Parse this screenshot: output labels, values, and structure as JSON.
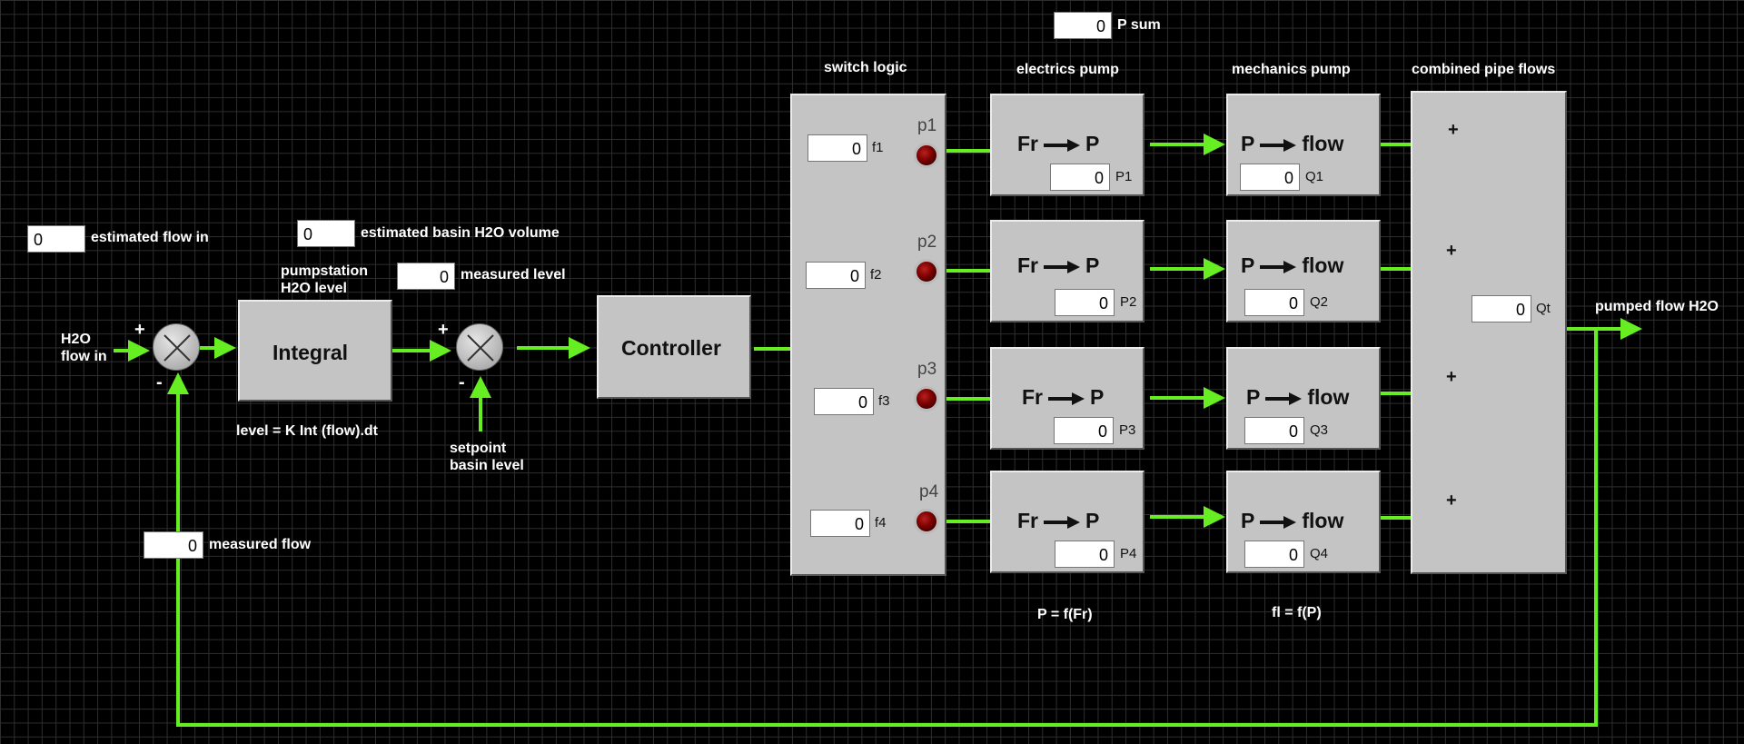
{
  "colors": {
    "wire": "#66ee22",
    "background": "#000000",
    "block": "#c4c4c4"
  },
  "top": {
    "p_sum_value": "0",
    "p_sum_label": "P sum"
  },
  "inputs": {
    "estimated_flow_value": "0",
    "estimated_flow_label": "estimated flow in",
    "estimated_volume_value": "0",
    "estimated_volume_label": "estimated basin H2O volume",
    "measured_level_value": "0",
    "measured_level_label": "measured level",
    "measured_flow_value": "0",
    "measured_flow_label": "measured flow"
  },
  "labels": {
    "h2o_flow_in": "H2O\nflow in",
    "pumpstation_level": "pumpstation\nH2O level",
    "integral_formula": "level = K Int (flow).dt",
    "setpoint": "setpoint\nbasin level",
    "pumped_flow": "pumped flow H2O",
    "electrics_formula": "P = f(Fr)",
    "mechanics_formula": "fl = f(P)"
  },
  "summers": {
    "first": {
      "plus": "+",
      "minus": "-"
    },
    "second": {
      "plus": "+",
      "minus": "-"
    }
  },
  "blocks": {
    "integral": "Integral",
    "controller": "Controller"
  },
  "sections": {
    "switch_logic": "switch logic",
    "electrics_pump": "electrics pump",
    "mechanics_pump": "mechanics pump",
    "combined": "combined pipe flows"
  },
  "pumps": [
    {
      "p": "p1",
      "f_value": "0",
      "f_tag": "f1",
      "elec_left": "Fr",
      "elec_right": "P",
      "P_value": "0",
      "P_tag": "P1",
      "mech_left": "P",
      "mech_right": "flow",
      "Q_value": "0",
      "Q_tag": "Q1",
      "plus": "+"
    },
    {
      "p": "p2",
      "f_value": "0",
      "f_tag": "f2",
      "elec_left": "Fr",
      "elec_right": "P",
      "P_value": "0",
      "P_tag": "P2",
      "mech_left": "P",
      "mech_right": "flow",
      "Q_value": "0",
      "Q_tag": "Q2",
      "plus": "+"
    },
    {
      "p": "p3",
      "f_value": "0",
      "f_tag": "f3",
      "elec_left": "Fr",
      "elec_right": "P",
      "P_value": "0",
      "P_tag": "P3",
      "mech_left": "P",
      "mech_right": "flow",
      "Q_value": "0",
      "Q_tag": "Q3",
      "plus": "+"
    },
    {
      "p": "p4",
      "f_value": "0",
      "f_tag": "f4",
      "elec_left": "Fr",
      "elec_right": "P",
      "P_value": "0",
      "P_tag": "P4",
      "mech_left": "P",
      "mech_right": "flow",
      "Q_value": "0",
      "Q_tag": "Q4",
      "plus": "+"
    }
  ],
  "total": {
    "value": "0",
    "tag": "Qt"
  }
}
